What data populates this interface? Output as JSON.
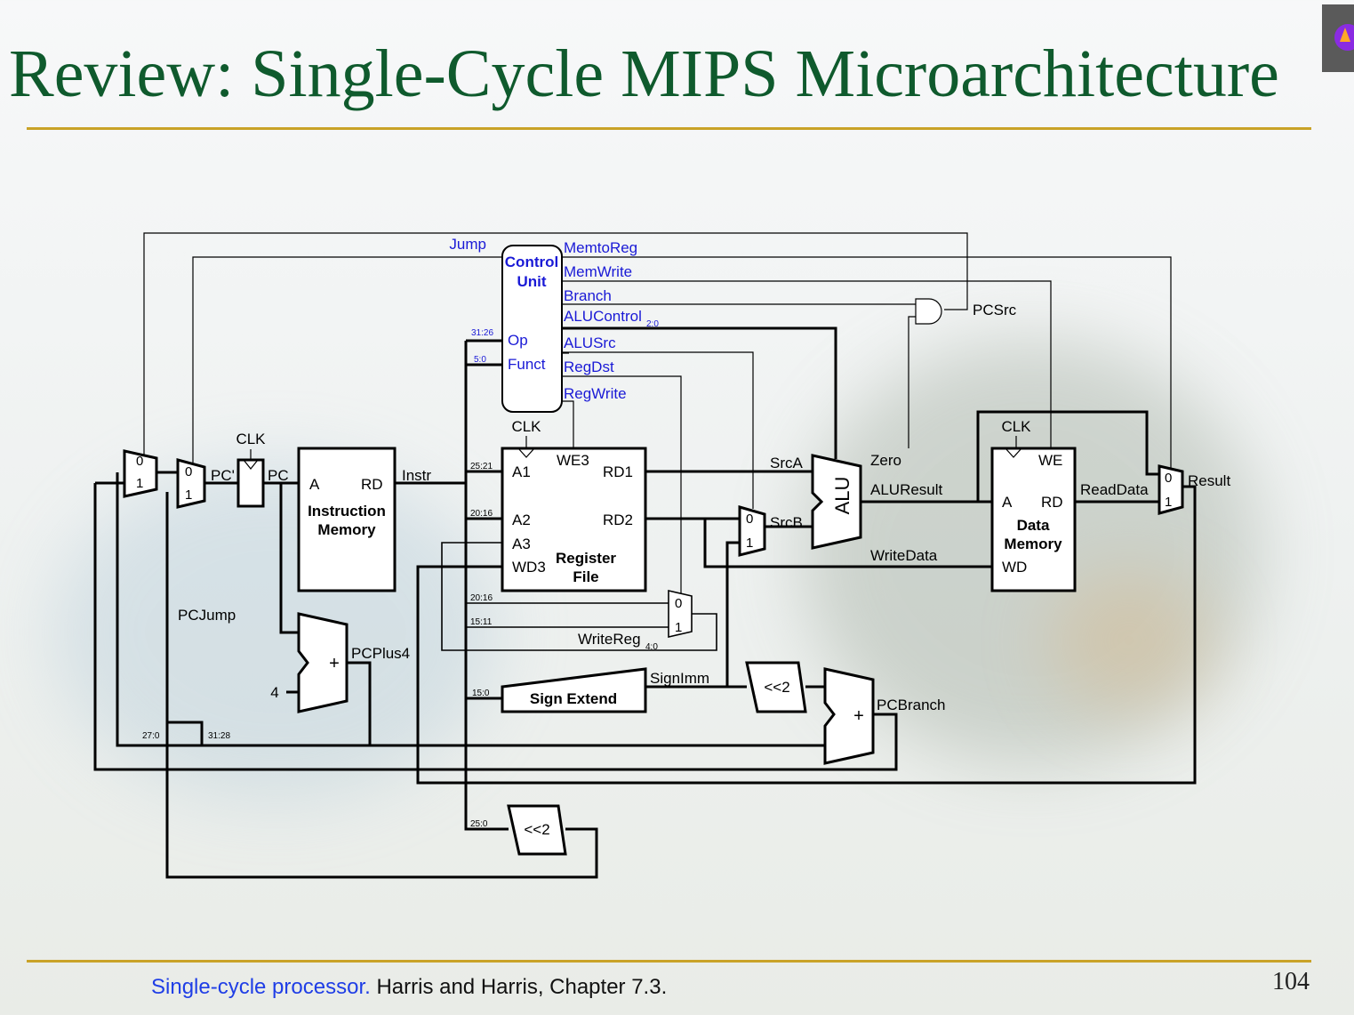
{
  "slide": {
    "title": "Review: Single-Cycle MIPS Microarchitecture",
    "footer_link": "Single-cycle processor.",
    "footer_text": " Harris and Harris, Chapter 7.3.",
    "page_number": "104"
  },
  "diagram": {
    "control_unit": {
      "title_line1": "Control",
      "title_line2": "Unit",
      "op": "Op",
      "funct": "Funct"
    },
    "control_signals": {
      "jump": "Jump",
      "memtoreg": "MemtoReg",
      "memwrite": "MemWrite",
      "branch": "Branch",
      "alucontrol": "ALUControl",
      "alucontrol_sub": "2:0",
      "alusrc": "ALUSrc",
      "regdst": "RegDst",
      "regwrite": "RegWrite",
      "pcsrc": "PCSrc"
    },
    "bit_fields": {
      "op": "31:26",
      "funct": "5:0",
      "a1": "25:21",
      "a2": "20:16",
      "rt": "20:16",
      "rd": "15:11",
      "imm": "15:0",
      "jaddr": "25:0",
      "jlow": "27:0",
      "jhigh": "31:28"
    },
    "clocks": {
      "pc": "CLK",
      "regfile": "CLK",
      "datamem": "CLK"
    },
    "instruction_memory": {
      "a": "A",
      "rd": "RD",
      "name1": "Instruction",
      "name2": "Memory"
    },
    "register_file": {
      "a1": "A1",
      "a2": "A2",
      "a3": "A3",
      "wd3": "WD3",
      "we3": "WE3",
      "rd1": "RD1",
      "rd2": "RD2",
      "name1": "Register",
      "name2": "File"
    },
    "data_memory": {
      "we": "WE",
      "a": "A",
      "rd": "RD",
      "wd": "WD",
      "name1": "Data",
      "name2": "Memory"
    },
    "alu": {
      "label": "ALU"
    },
    "sign_extend": {
      "label": "Sign Extend"
    },
    "shifters": {
      "branch": "<<2",
      "jump": "<<2"
    },
    "adders": {
      "pcplus4": "+",
      "pcbranch": "+"
    },
    "constants": {
      "four": "4"
    },
    "mux_inputs": {
      "zero": "0",
      "one": "1"
    },
    "wires": {
      "pc_prime": "PC'",
      "pc": "PC",
      "instr": "Instr",
      "srca": "SrcA",
      "srcb": "SrcB",
      "zero": "Zero",
      "aluresult": "ALUResult",
      "readdata": "ReadData",
      "result": "Result",
      "writedata": "WriteData",
      "writereg": "WriteReg",
      "writereg_sub": "4:0",
      "signimm": "SignImm",
      "pcbranch": "PCBranch",
      "pcplus4": "PCPlus4",
      "pcjump": "PCJump"
    }
  }
}
